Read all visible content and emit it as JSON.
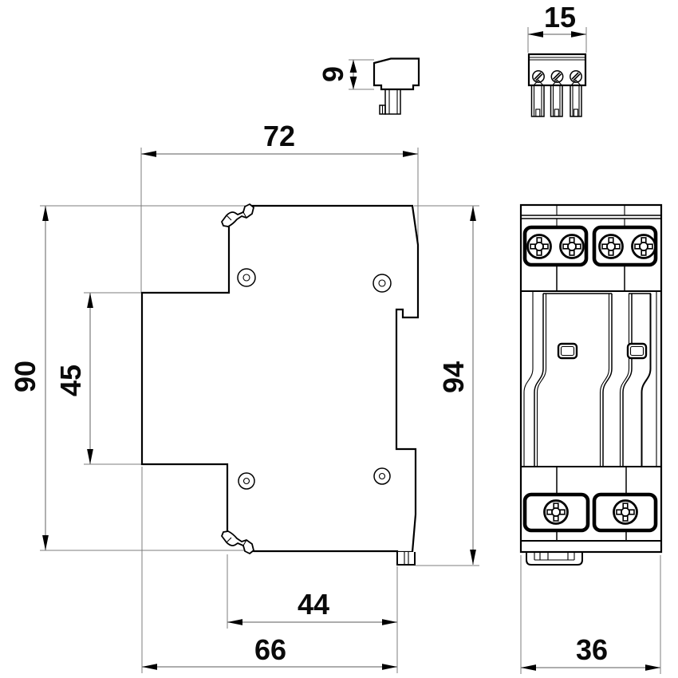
{
  "drawing": {
    "type": "technical-dimensional-drawing",
    "subject": "din-rail-surge-protector",
    "units_implied": "mm"
  },
  "colors": {
    "outline": "#000000",
    "dimension_line": "#7c7c7c",
    "text": "#0a0a0a",
    "background": "#ffffff"
  },
  "views": {
    "side": {
      "label": "side-view",
      "dims": {
        "width": "72",
        "height": "90",
        "clamp_offset": "45",
        "total_height": "94",
        "lower_width": "44",
        "base_width": "66"
      }
    },
    "front": {
      "label": "front-view",
      "dims": {
        "width": "36"
      }
    },
    "top": {
      "label": "terminal-top-view",
      "dims": {
        "width": "15"
      }
    },
    "plug": {
      "label": "plug-side-view",
      "dims": {
        "height": "9"
      }
    }
  }
}
